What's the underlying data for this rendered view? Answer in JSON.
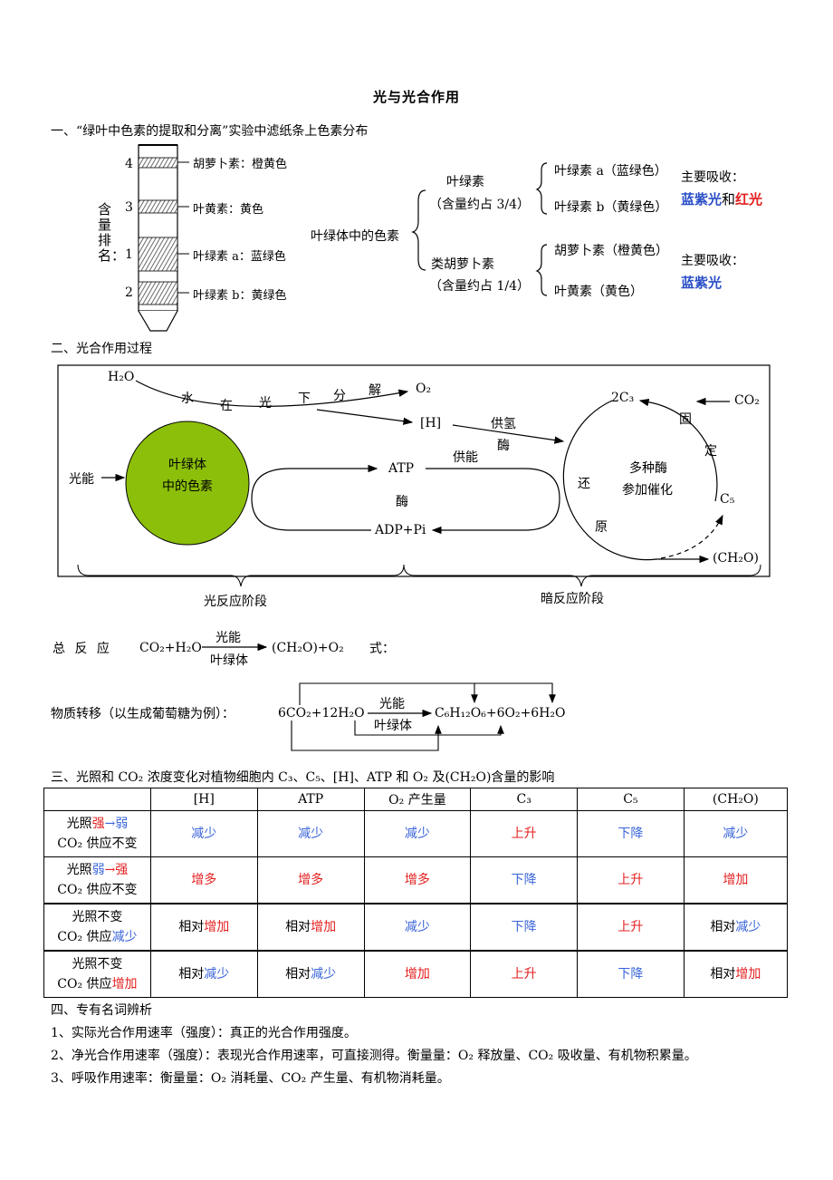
{
  "title": "光与光合作用",
  "section1": {
    "heading": "一、“绿叶中色素的提取和分离”实验中滤纸条上色素分布",
    "side_label": "含量排名：",
    "bands": [
      {
        "rank": "4",
        "label": "胡萝卜素：橙黄色"
      },
      {
        "rank": "3",
        "label": "叶黄素：黄色"
      },
      {
        "rank": "1",
        "label": "叶绿素 a：蓝绿色"
      },
      {
        "rank": "2",
        "label": "叶绿素 b：黄绿色"
      }
    ],
    "root": "叶绿体中的色素",
    "chlorophyll": {
      "name": "叶绿素",
      "content": "（含量约占 3/4）",
      "a": "叶绿素 a（蓝绿色）",
      "b": "叶绿素 b（黄绿色）",
      "absorb_label": "主要吸收：",
      "absorb_1": "蓝紫光",
      "absorb_and": "和",
      "absorb_2": "红光"
    },
    "carotenoid": {
      "name": "类胡萝卜素",
      "content": "（含量约占 1/4）",
      "a": "胡萝卜素（橙黄色）",
      "b": "叶黄素（黄色）",
      "absorb_label": "主要吸收：",
      "absorb_1": "蓝紫光"
    }
  },
  "section2": {
    "heading": "二、光合作用过程",
    "diagram": {
      "h2o": "H₂O",
      "split_chars": [
        "水",
        "在",
        "光",
        "下",
        "分",
        "解"
      ],
      "o2": "O₂",
      "h": "[H]",
      "supply_h": [
        "供氢",
        "酶"
      ],
      "circle_text": [
        "叶绿体",
        "中的色素"
      ],
      "light": "光能",
      "atp": "ATP",
      "supply_energy": "供能",
      "enzyme": "酶",
      "adp": "ADP+Pi",
      "c3": "2C₃",
      "co2": "CO₂",
      "fix": [
        "固",
        "定"
      ],
      "multi_enzyme": [
        "多种酶",
        "参加催化"
      ],
      "reduce": [
        "还",
        "原"
      ],
      "c5": "C₅",
      "ch2o": "(CH₂O)",
      "light_stage": "光反应阶段",
      "dark_stage": "暗反应阶段"
    },
    "total_reaction": {
      "label_1": "总 反 应",
      "lhs": "CO₂+H₂O",
      "top": "光能",
      "bottom": "叶绿体",
      "rhs": "(CH₂O)+O₂",
      "label_2": "式："
    },
    "transfer": {
      "label": "物质转移（以生成葡萄糖为例）：",
      "lhs": "6CO₂+12H₂O",
      "top": "光能",
      "bottom": "叶绿体",
      "rhs": "C₆H₁₂O₆+6O₂+6H₂O"
    }
  },
  "section3": {
    "heading": "三、光照和 CO₂ 浓度变化对植物细胞内 C₃、C₅、[H]、ATP 和 O₂ 及(CH₂O)含量的影响",
    "columns": [
      "",
      "[H]",
      "ATP",
      "O₂ 产生量",
      "C₃",
      "C₅",
      "(CH₂O)"
    ],
    "rows": [
      {
        "cond_1": [
          {
            "t": "光照",
            "c": ""
          },
          {
            "t": "强",
            "c": "red"
          },
          {
            "t": "→",
            "c": "blue"
          },
          {
            "t": "弱",
            "c": "blue"
          }
        ],
        "cond_2": [
          {
            "t": "CO₂ 供应不变",
            "c": ""
          }
        ],
        "cells": [
          [
            {
              "t": "减少",
              "c": "blue"
            }
          ],
          [
            {
              "t": "减少",
              "c": "blue"
            }
          ],
          [
            {
              "t": "减少",
              "c": "blue"
            }
          ],
          [
            {
              "t": "上升",
              "c": "red"
            }
          ],
          [
            {
              "t": "下降",
              "c": "blue"
            }
          ],
          [
            {
              "t": "减少",
              "c": "blue"
            }
          ]
        ]
      },
      {
        "cond_1": [
          {
            "t": "光照",
            "c": ""
          },
          {
            "t": "弱",
            "c": "blue"
          },
          {
            "t": "→",
            "c": "red"
          },
          {
            "t": "强",
            "c": "red"
          }
        ],
        "cond_2": [
          {
            "t": "CO₂ 供应不变",
            "c": ""
          }
        ],
        "cells": [
          [
            {
              "t": "增多",
              "c": "red"
            }
          ],
          [
            {
              "t": "增多",
              "c": "red"
            }
          ],
          [
            {
              "t": "增多",
              "c": "red"
            }
          ],
          [
            {
              "t": "下降",
              "c": "blue"
            }
          ],
          [
            {
              "t": "上升",
              "c": "red"
            }
          ],
          [
            {
              "t": "增加",
              "c": "red"
            }
          ]
        ]
      },
      {
        "cond_1": [
          {
            "t": "光照不变",
            "c": ""
          }
        ],
        "cond_2": [
          {
            "t": "CO₂ 供应",
            "c": ""
          },
          {
            "t": "减少",
            "c": "blue"
          }
        ],
        "cells": [
          [
            {
              "t": "相对",
              "c": ""
            },
            {
              "t": "增加",
              "c": "red"
            }
          ],
          [
            {
              "t": "相对",
              "c": ""
            },
            {
              "t": "增加",
              "c": "red"
            }
          ],
          [
            {
              "t": "减少",
              "c": "blue"
            }
          ],
          [
            {
              "t": "下降",
              "c": "blue"
            }
          ],
          [
            {
              "t": "上升",
              "c": "red"
            }
          ],
          [
            {
              "t": "相对",
              "c": ""
            },
            {
              "t": "减少",
              "c": "blue"
            }
          ]
        ]
      },
      {
        "cond_1": [
          {
            "t": "光照不变",
            "c": ""
          }
        ],
        "cond_2": [
          {
            "t": "CO₂ 供应",
            "c": ""
          },
          {
            "t": "增加",
            "c": "red"
          }
        ],
        "cells": [
          [
            {
              "t": "相对",
              "c": ""
            },
            {
              "t": "减少",
              "c": "blue"
            }
          ],
          [
            {
              "t": "相对",
              "c": ""
            },
            {
              "t": "减少",
              "c": "blue"
            }
          ],
          [
            {
              "t": "增加",
              "c": "red"
            }
          ],
          [
            {
              "t": "上升",
              "c": "red"
            }
          ],
          [
            {
              "t": "下降",
              "c": "blue"
            }
          ],
          [
            {
              "t": "相对",
              "c": ""
            },
            {
              "t": "增加",
              "c": "red"
            }
          ]
        ]
      }
    ]
  },
  "section4": {
    "heading": "四、专有名词辨析",
    "items": [
      "1、实际光合作用速率（强度）：真正的光合作用强度。",
      "2、净光合作用速率（强度）：表现光合作用速率，可直接测得。衡量量：O₂ 释放量、CO₂ 吸收量、有机物积累量。",
      "3、呼吸作用速率：衡量量：O₂ 消耗量、CO₂ 产生量、有机物消耗量。"
    ]
  },
  "colors": {
    "blue": "#2b4fc7",
    "red": "#e41e1e",
    "chloroplast_green": "#8cbf0a"
  }
}
